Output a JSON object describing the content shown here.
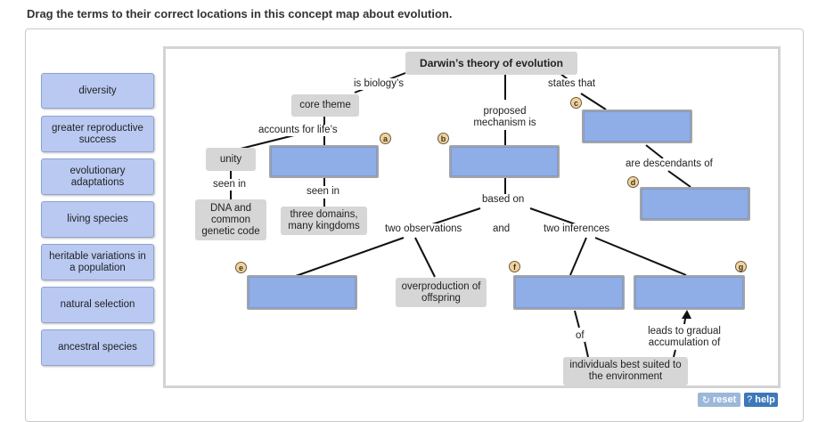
{
  "instruction": "Drag the terms to their correct locations in this concept map about evolution.",
  "terms": [
    "diversity",
    "greater reproductive success",
    "evolutionary adaptations",
    "living species",
    "heritable variations in a population",
    "natural selection",
    "ancestral species"
  ],
  "nodes": {
    "title": "Darwin’s theory of evolution",
    "core_theme": "core theme",
    "unity": "unity",
    "dna": "DNA and common genetic code",
    "three_domains": "three domains, many kingdoms",
    "overproduction": "overproduction of offspring",
    "individuals": "individuals best suited to the environment"
  },
  "links": {
    "is_biologys": "is biology’s",
    "states_that": "states that",
    "proposed": "proposed mechanism is",
    "accounts": "accounts for life’s",
    "seen_in_1": "seen in",
    "seen_in_2": "seen in",
    "based_on": "based on",
    "are_descendants": "are descendants of",
    "two_observations": "two observations",
    "and": "and",
    "two_inferences": "two inferences",
    "of": "of",
    "leads_to": "leads to gradual accumulation of"
  },
  "badges": {
    "a": "a",
    "b": "b",
    "c": "c",
    "d": "d",
    "e": "e",
    "f": "f",
    "g": "g"
  },
  "buttons": {
    "reset": "reset",
    "help": "help",
    "reset_icon": "refresh-icon",
    "help_icon": "question-icon"
  },
  "colors": {
    "term_fill": "#b9c9f2",
    "drop_fill": "#8faee8",
    "node_fill": "#d6d6d6",
    "badge_fill": "#f4d39a",
    "help_button": "#3d78b9",
    "reset_button": "#9bb8d9"
  }
}
